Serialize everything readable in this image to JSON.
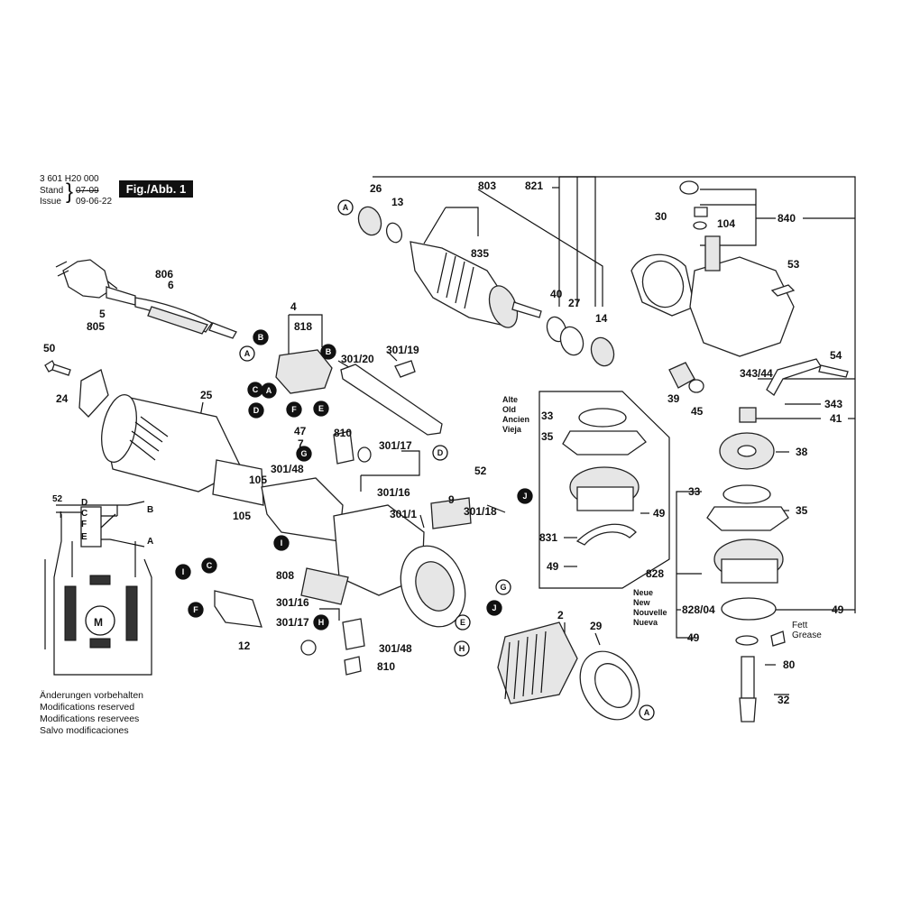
{
  "header": {
    "part_number": "3 601 H20 000",
    "stand_label": "Stand",
    "stand_value": "07-09",
    "issue_label": "Issue",
    "issue_value": "09-06-22",
    "figure_label": "Fig./Abb. 1"
  },
  "notes": [
    "Änderungen vorbehalten",
    "Modifications reserved",
    "Modifications reservees",
    "Salvo modificaciones"
  ],
  "legend_old": [
    "Alte",
    "Old",
    "Ancien",
    "Vieja"
  ],
  "legend_new": [
    "Neue",
    "New",
    "Nouvelle",
    "Nueva"
  ],
  "grease_label": [
    "Fett",
    "Grease"
  ],
  "part_labels": [
    {
      "id": "26",
      "t": "26"
    },
    {
      "id": "13",
      "t": "13"
    },
    {
      "id": "803",
      "t": "803"
    },
    {
      "id": "821",
      "t": "821"
    },
    {
      "id": "835",
      "t": "835"
    },
    {
      "id": "30",
      "t": "30"
    },
    {
      "id": "104",
      "t": "104"
    },
    {
      "id": "840",
      "t": "840"
    },
    {
      "id": "53",
      "t": "53"
    },
    {
      "id": "40",
      "t": "40"
    },
    {
      "id": "27",
      "t": "27"
    },
    {
      "id": "14",
      "t": "14"
    },
    {
      "id": "806",
      "t": "806"
    },
    {
      "id": "6",
      "t": "6"
    },
    {
      "id": "5",
      "t": "5"
    },
    {
      "id": "805",
      "t": "805"
    },
    {
      "id": "4",
      "t": "4"
    },
    {
      "id": "818",
      "t": "818"
    },
    {
      "id": "301-19",
      "t": "301/19"
    },
    {
      "id": "301-20",
      "t": "301/20"
    },
    {
      "id": "50",
      "t": "50"
    },
    {
      "id": "24",
      "t": "24"
    },
    {
      "id": "25",
      "t": "25"
    },
    {
      "id": "54",
      "t": "54"
    },
    {
      "id": "343-44",
      "t": "343/44"
    },
    {
      "id": "39",
      "t": "39"
    },
    {
      "id": "45",
      "t": "45"
    },
    {
      "id": "343",
      "t": "343"
    },
    {
      "id": "41",
      "t": "41"
    },
    {
      "id": "38",
      "t": "38"
    },
    {
      "id": "33a",
      "t": "33"
    },
    {
      "id": "35a",
      "t": "35"
    },
    {
      "id": "47",
      "t": "47"
    },
    {
      "id": "7",
      "t": "7"
    },
    {
      "id": "810a",
      "t": "810"
    },
    {
      "id": "301-17a",
      "t": "301/17"
    },
    {
      "id": "105a",
      "t": "105"
    },
    {
      "id": "301-48a",
      "t": "301/48"
    },
    {
      "id": "301-16a",
      "t": "301/16"
    },
    {
      "id": "52",
      "t": "52"
    },
    {
      "id": "105b",
      "t": "105"
    },
    {
      "id": "9",
      "t": "9"
    },
    {
      "id": "301-1",
      "t": "301/1"
    },
    {
      "id": "301-18",
      "t": "301/18"
    },
    {
      "id": "49a",
      "t": "49"
    },
    {
      "id": "831",
      "t": "831"
    },
    {
      "id": "49b",
      "t": "49"
    },
    {
      "id": "33b",
      "t": "33"
    },
    {
      "id": "35b",
      "t": "35"
    },
    {
      "id": "808",
      "t": "808"
    },
    {
      "id": "828",
      "t": "828"
    },
    {
      "id": "301-16b",
      "t": "301/16"
    },
    {
      "id": "2",
      "t": "2"
    },
    {
      "id": "29",
      "t": "29"
    },
    {
      "id": "301-17b",
      "t": "301/17"
    },
    {
      "id": "301-48b",
      "t": "301/48"
    },
    {
      "id": "810b",
      "t": "810"
    },
    {
      "id": "12",
      "t": "12"
    },
    {
      "id": "828-04",
      "t": "828/04"
    },
    {
      "id": "49c",
      "t": "49"
    },
    {
      "id": "49d",
      "t": "49"
    },
    {
      "id": "80",
      "t": "80"
    },
    {
      "id": "32",
      "t": "32"
    }
  ],
  "connector_markers": [
    {
      "id": "A1",
      "t": "A"
    },
    {
      "id": "A2",
      "t": "A"
    },
    {
      "id": "A3",
      "t": "A"
    },
    {
      "id": "A4",
      "t": "A"
    },
    {
      "id": "B1",
      "t": "B"
    },
    {
      "id": "B2",
      "t": "B"
    },
    {
      "id": "C1",
      "t": "C"
    },
    {
      "id": "C2",
      "t": "C"
    },
    {
      "id": "D1",
      "t": "D"
    },
    {
      "id": "D2",
      "t": "D"
    },
    {
      "id": "E1",
      "t": "E"
    },
    {
      "id": "E2",
      "t": "E"
    },
    {
      "id": "F1",
      "t": "F"
    },
    {
      "id": "F2",
      "t": "F"
    },
    {
      "id": "G1",
      "t": "G"
    },
    {
      "id": "G2",
      "t": "G"
    },
    {
      "id": "H1",
      "t": "H"
    },
    {
      "id": "H2",
      "t": "H"
    },
    {
      "id": "I1",
      "t": "I"
    },
    {
      "id": "I2",
      "t": "I"
    },
    {
      "id": "J1",
      "t": "J"
    },
    {
      "id": "J2",
      "t": "J"
    }
  ],
  "wiring_diagram": {
    "labels": [
      "52",
      "D",
      "C",
      "F",
      "E",
      "I",
      "B",
      "A"
    ],
    "motor_label": "M"
  }
}
